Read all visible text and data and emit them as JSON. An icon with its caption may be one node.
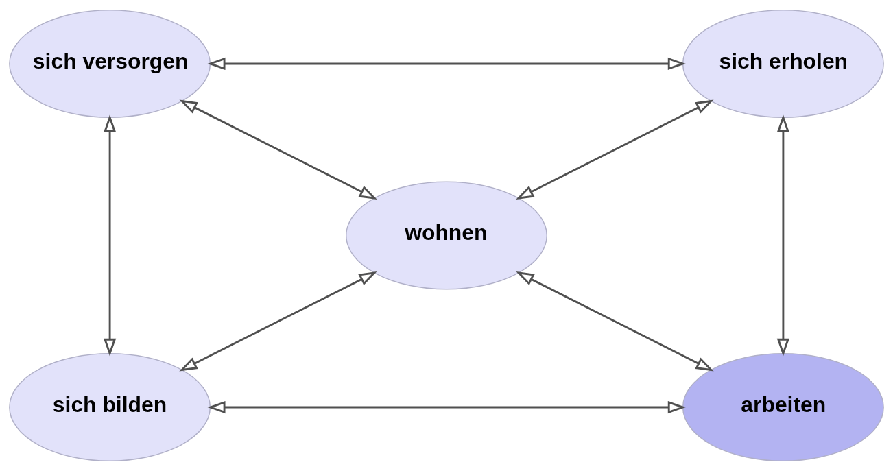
{
  "diagram": {
    "nodes": [
      {
        "text": [
          "sich versorgen"
        ]
      },
      {
        "text": [
          "sich erholen"
        ]
      },
      {
        "text": [
          "wohnen"
        ]
      },
      {
        "text": [
          "sich bilden"
        ]
      },
      {
        "text": [
          "arbeiten"
        ]
      }
    ],
    "edges": [
      {
        "from": 0,
        "to": 1,
        "arrow": "both"
      },
      {
        "from": 0,
        "to": 2,
        "arrow": "both"
      },
      {
        "from": 1,
        "to": 2,
        "arrow": "both"
      },
      {
        "from": 0,
        "to": 3,
        "arrow": "both"
      },
      {
        "from": 1,
        "to": 4,
        "arrow": "both"
      },
      {
        "from": 2,
        "to": 3,
        "arrow": "both"
      },
      {
        "from": 2,
        "to": 4,
        "arrow": "both"
      },
      {
        "from": 3,
        "to": 4,
        "arrow": "both"
      }
    ]
  }
}
